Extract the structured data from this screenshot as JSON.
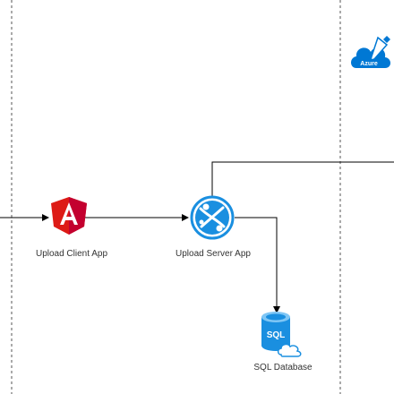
{
  "diagram": {
    "colors": {
      "line": "#000000",
      "boundary": "#555555",
      "angular_red": "#DD1B16",
      "azure_blue": "#0078D4",
      "sql_blue": "#1A8FE0"
    },
    "nodes": {
      "client": {
        "label": "Upload Client App",
        "icon": "angular-icon"
      },
      "server": {
        "label": "Upload Server App",
        "icon": "app-service-icon"
      },
      "sql": {
        "label": "SQL Database",
        "icon": "sql-database-icon",
        "badge": "SQL"
      },
      "azure": {
        "icon": "azure-cloud-icon",
        "badge": "Azure"
      }
    },
    "edges": [
      {
        "from": "external",
        "to": "client"
      },
      {
        "from": "client",
        "to": "server"
      },
      {
        "from": "server",
        "to": "sql"
      },
      {
        "from": "server",
        "to": "external-right"
      }
    ]
  }
}
